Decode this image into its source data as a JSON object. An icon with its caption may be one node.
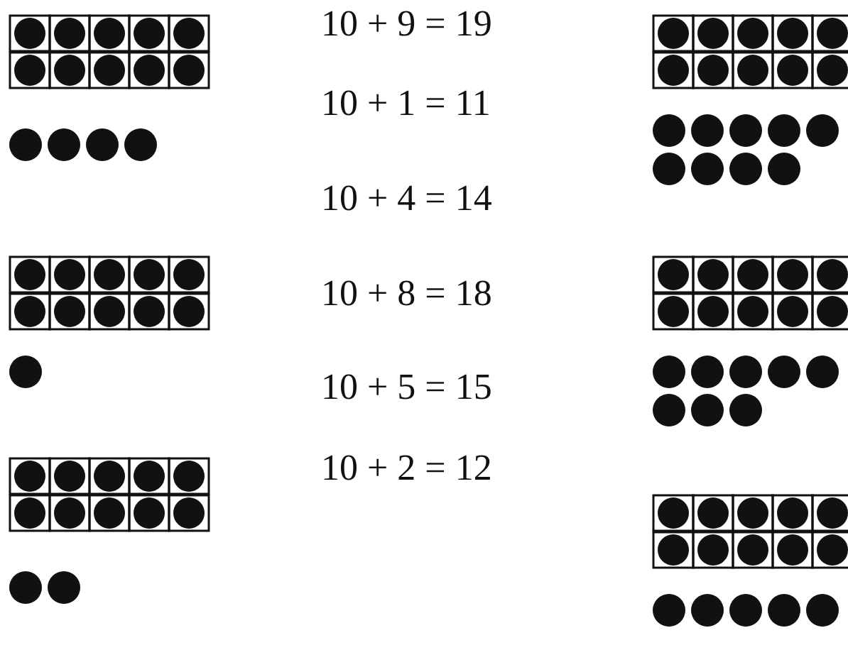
{
  "diagram": {
    "labels": [
      "10 + 9 = 19",
      "10 + 1 = 11",
      "10 + 4 = 14",
      "10 + 8 = 18",
      "10 + 5 = 15",
      "10 + 2 = 12"
    ]
  }
}
